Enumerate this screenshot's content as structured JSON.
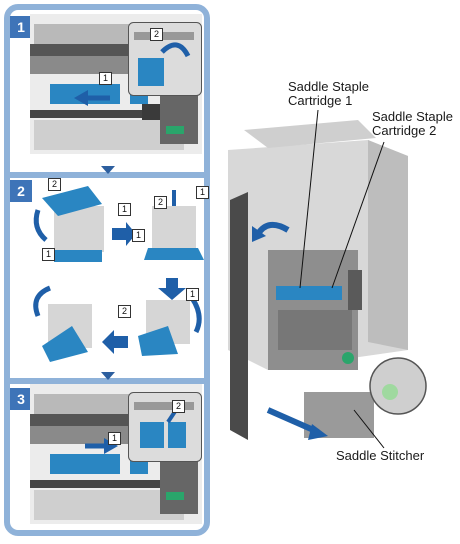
{
  "steps": [
    {
      "number": "1"
    },
    {
      "number": "2"
    },
    {
      "number": "3"
    }
  ],
  "callouts": {
    "one": "1",
    "two": "2"
  },
  "labels": {
    "cartridge1": "Saddle Staple\nCartridge 1",
    "cartridge2": "Saddle Staple\nCartridge 2",
    "stitcher": "Saddle Stitcher"
  },
  "colors": {
    "frame": "#8fb2d9",
    "step_badge": "#3e74b8",
    "highlight_part": "#2a86c2",
    "arrow": "#1f5fa8"
  }
}
